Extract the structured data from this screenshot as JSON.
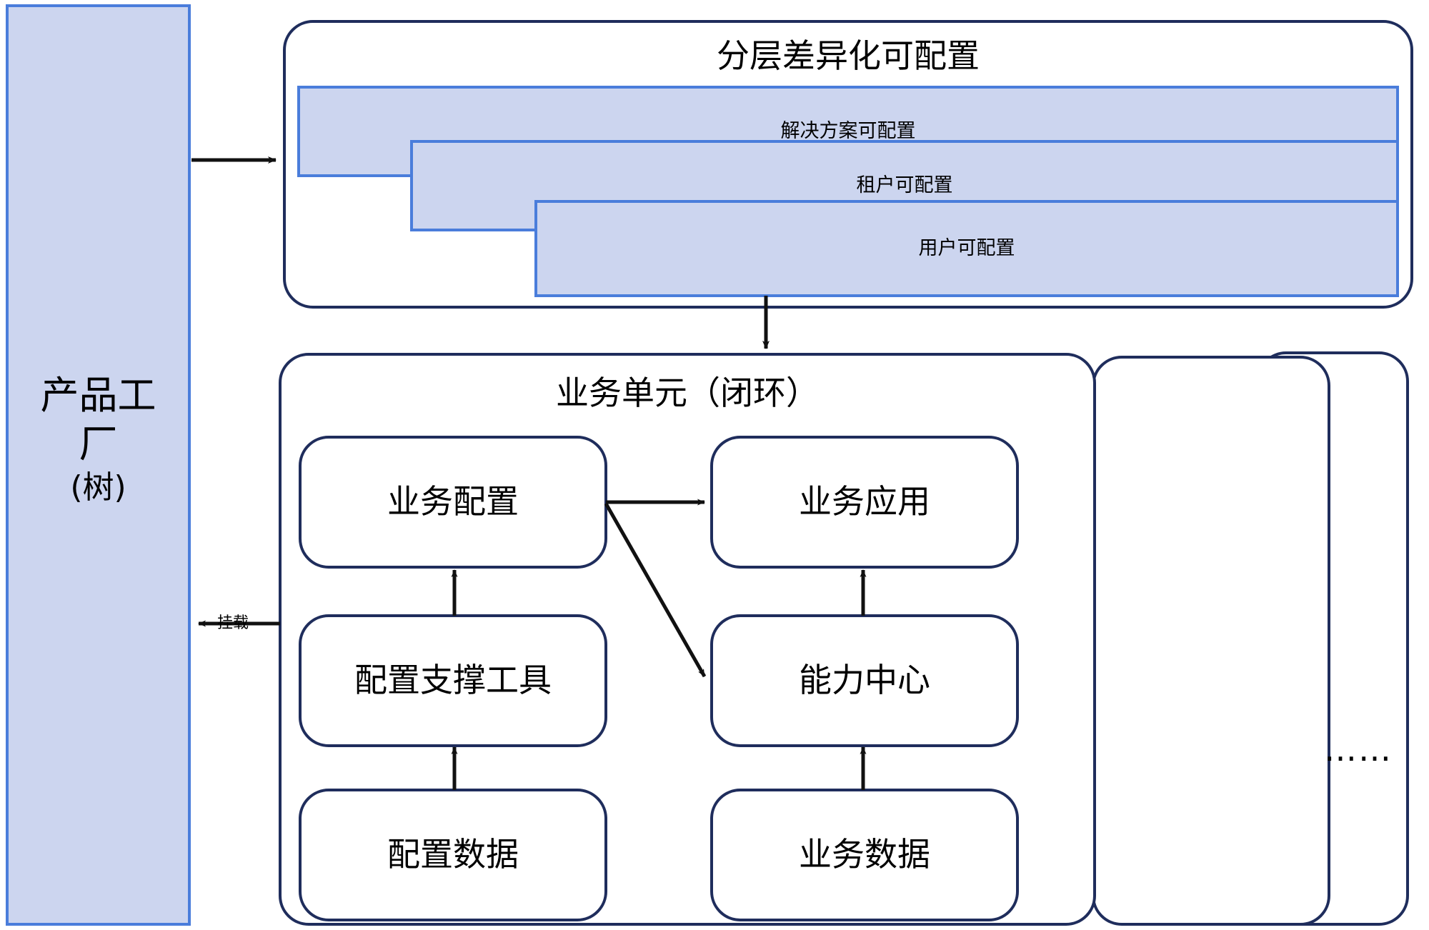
{
  "diagram": {
    "title_text": "产品工厂",
    "background": "#ffffff",
    "accent_fill": "#ccd5ef",
    "accent_stroke": "#4a7ddb",
    "outline_stroke": "#1f2d5c"
  },
  "product_factory": {
    "name": "产品工厂",
    "line1": "产品工",
    "line2": "厂",
    "subtitle": "(树)"
  },
  "config_panel": {
    "title": "分层差异化可配置",
    "bars": [
      {
        "label": "解决方案可配置"
      },
      {
        "label": "租户可配置"
      },
      {
        "label": "用户可配置"
      }
    ]
  },
  "business_unit": {
    "title": "业务单元（闭环）",
    "boxes": [
      {
        "id": "business-config",
        "label": "业务配置"
      },
      {
        "id": "business-app",
        "label": "业务应用"
      },
      {
        "id": "config-support-tool",
        "label": "配置支撑工具"
      },
      {
        "id": "capability-center",
        "label": "能力中心"
      },
      {
        "id": "config-data",
        "label": "配置数据"
      },
      {
        "id": "business-data",
        "label": "业务数据"
      }
    ]
  },
  "edges": [
    {
      "id": "factory-to-config",
      "label": ""
    },
    {
      "id": "config-to-unit",
      "label": ""
    },
    {
      "id": "unit-to-factory",
      "label": "挂载"
    },
    {
      "id": "config-to-app",
      "label": ""
    },
    {
      "id": "config-to-capability",
      "label": ""
    },
    {
      "id": "tool-to-config",
      "label": ""
    },
    {
      "id": "capability-to-app",
      "label": ""
    },
    {
      "id": "configdata-to-tool",
      "label": ""
    },
    {
      "id": "businessdata-to-capability",
      "label": ""
    }
  ],
  "ellipsis": {
    "label": "……"
  }
}
